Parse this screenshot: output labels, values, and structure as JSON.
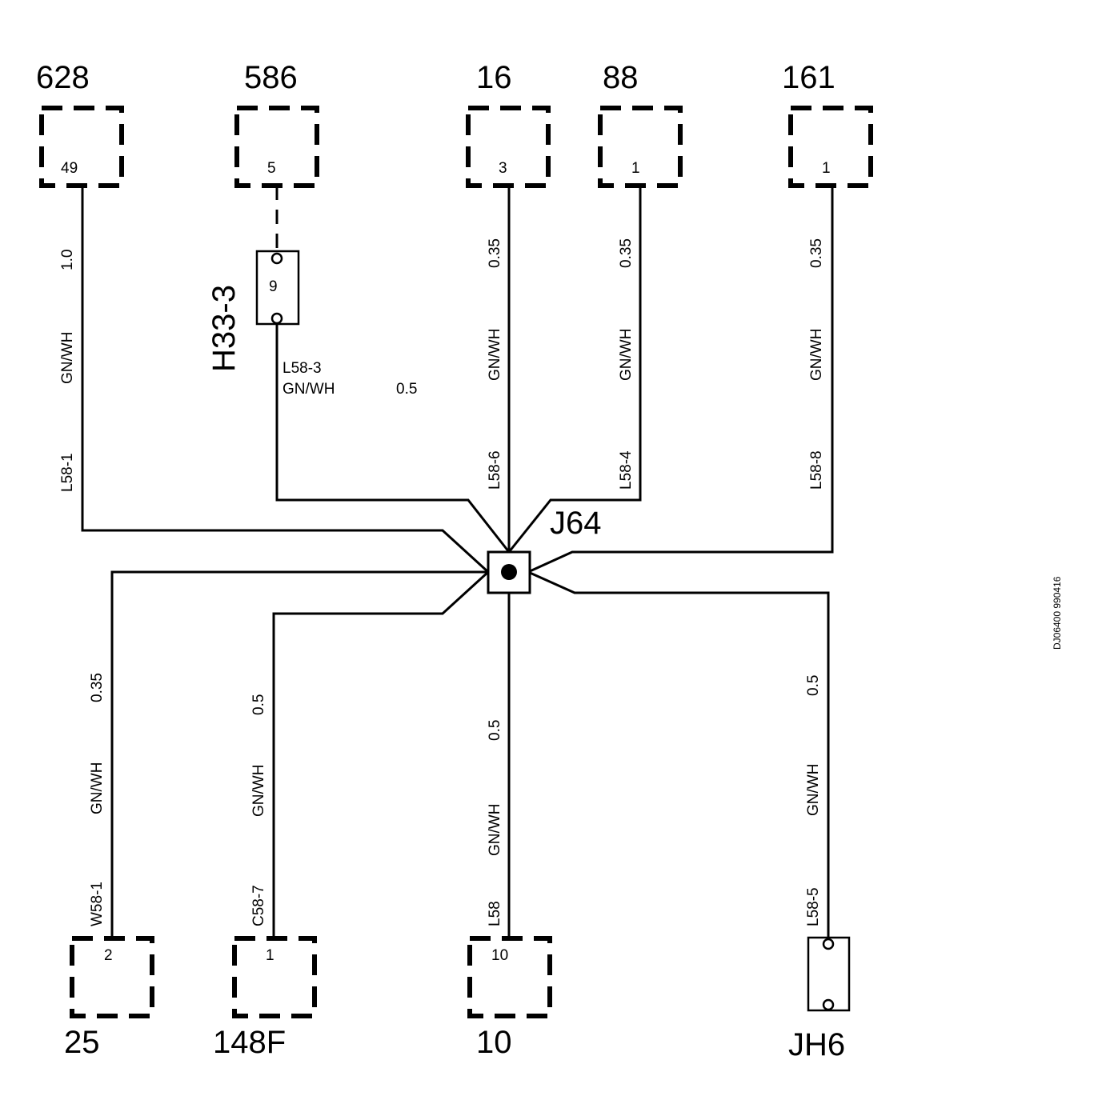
{
  "components": {
    "c628": {
      "name": "628",
      "pin": "49"
    },
    "c586": {
      "name": "586",
      "pin": "5"
    },
    "c16": {
      "name": "16",
      "pin": "3"
    },
    "c88": {
      "name": "88",
      "pin": "1"
    },
    "c161": {
      "name": "161",
      "pin": "1"
    },
    "c25": {
      "name": "25",
      "pin": "2"
    },
    "c148f": {
      "name": "148F",
      "pin": "1"
    },
    "c10": {
      "name": "10",
      "pin": "10"
    },
    "jh6": {
      "name": "JH6"
    },
    "h33": {
      "name": "H33-3",
      "pin": "9"
    }
  },
  "splice": {
    "name": "J64"
  },
  "wires": {
    "w628": {
      "size": "1.0",
      "color": "GN/WH",
      "id": "L58-1"
    },
    "w586": {
      "id": "L58-3",
      "color": "GN/WH",
      "size": "0.5"
    },
    "w16": {
      "size": "0.35",
      "color": "GN/WH",
      "id": "L58-6"
    },
    "w88": {
      "size": "0.35",
      "color": "GN/WH",
      "id": "L58-4"
    },
    "w161": {
      "size": "0.35",
      "color": "GN/WH",
      "id": "L58-8"
    },
    "w25": {
      "size": "0.35",
      "color": "GN/WH",
      "id": "W58-1"
    },
    "w148f": {
      "size": "0.5",
      "color": "GN/WH",
      "id": "C58-7"
    },
    "w10": {
      "size": "0.5",
      "color": "GN/WH",
      "id": "L58"
    },
    "wjh6": {
      "size": "0.5",
      "color": "GN/WH",
      "id": "L58-5"
    }
  },
  "doc_id": "DJ06400 990416"
}
